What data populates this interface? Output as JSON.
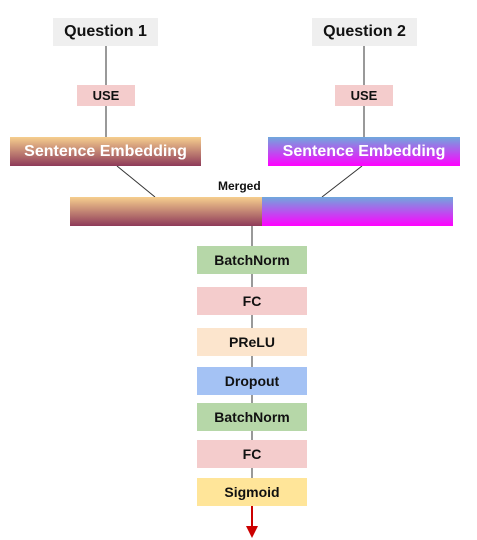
{
  "inputs": {
    "left": {
      "question": "Question 1",
      "encoder": "USE",
      "embedding": "Sentence Embedding"
    },
    "right": {
      "question": "Question 2",
      "encoder": "USE",
      "embedding": "Sentence Embedding"
    }
  },
  "merged_label": "Merged",
  "layers": [
    {
      "label": "BatchNorm",
      "color": "#b6d7a8"
    },
    {
      "label": "FC",
      "color": "#f4cccc"
    },
    {
      "label": "PReLU",
      "color": "#fce5cd"
    },
    {
      "label": "Dropout",
      "color": "#a4c2f4"
    },
    {
      "label": "BatchNorm",
      "color": "#b6d7a8"
    },
    {
      "label": "FC",
      "color": "#f4cccc"
    },
    {
      "label": "Sigmoid",
      "color": "#ffe599"
    }
  ],
  "colors": {
    "question_bg": "#efefef",
    "use_bg": "#f4cccc",
    "left_gradient": [
      "#f6cf8e",
      "#8e3a59"
    ],
    "right_gradient": [
      "#6fa8dc",
      "#ff00ff"
    ],
    "output_arrow": "#cc0000"
  }
}
